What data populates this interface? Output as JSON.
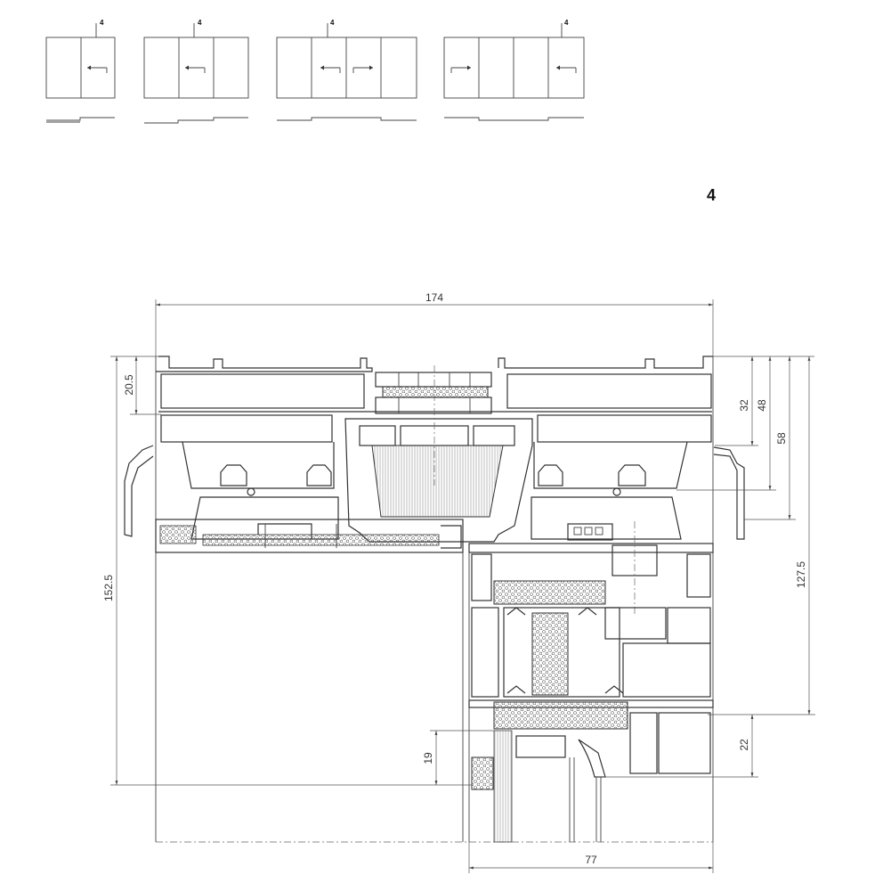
{
  "section_label": "4",
  "schemes": [
    {
      "marker": "4"
    },
    {
      "marker": "4"
    },
    {
      "marker": "4"
    },
    {
      "marker": "4"
    }
  ],
  "dimensions": {
    "overall_width": "174",
    "sash_width": "77",
    "left_height": "152.5",
    "left_top": "20.5",
    "right_32": "32",
    "right_48": "48",
    "right_58": "58",
    "right_127": "127.5",
    "right_22": "22",
    "glazing_19": "19"
  }
}
